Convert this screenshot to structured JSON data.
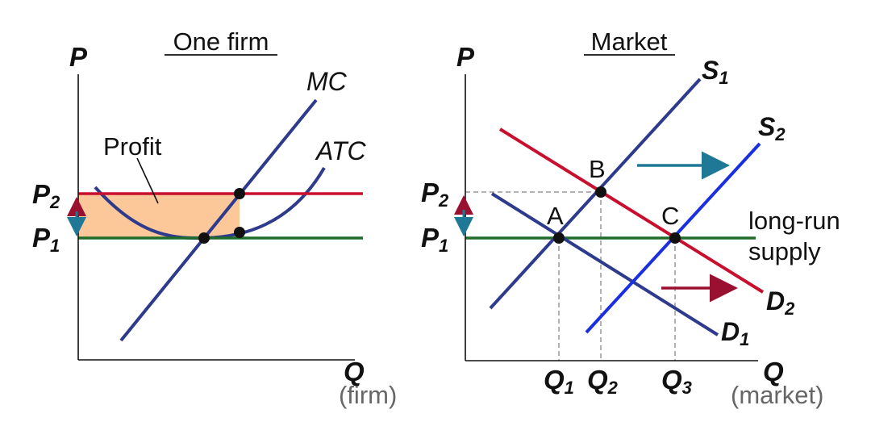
{
  "colors": {
    "curve_blue": "#2e3a8c",
    "bright_blue": "#1a2fe0",
    "red": "#c8102e",
    "green": "#1e6b2a",
    "profit_fill": "#fcc89a",
    "arrow_teal": "#1f7896",
    "arrow_red": "#9a1030",
    "guide_grey": "#999999"
  },
  "left_panel": {
    "title": "One firm",
    "y_axis": "P",
    "x_axis": "Q",
    "x_axis_note": "(firm)",
    "mc_label": "MC",
    "atc_label": "ATC",
    "profit_label": "Profit",
    "p2_main": "P",
    "p2_sub": "2",
    "p1_main": "P",
    "p1_sub": "1"
  },
  "right_panel": {
    "title": "Market",
    "y_axis": "P",
    "x_axis": "Q",
    "x_axis_note": "(market)",
    "s1_main": "S",
    "s1_sub": "1",
    "s2_main": "S",
    "s2_sub": "2",
    "d1_main": "D",
    "d1_sub": "1",
    "d2_main": "D",
    "d2_sub": "2",
    "point_a": "A",
    "point_b": "B",
    "point_c": "C",
    "lr_supply_line1": "long-run",
    "lr_supply_line2": "supply",
    "p2_main": "P",
    "p2_sub": "2",
    "p1_main": "P",
    "p1_sub": "1",
    "q1_main": "Q",
    "q1_sub": "1",
    "q2_main": "Q",
    "q2_sub": "2",
    "q3_main": "Q",
    "q3_sub": "3"
  }
}
